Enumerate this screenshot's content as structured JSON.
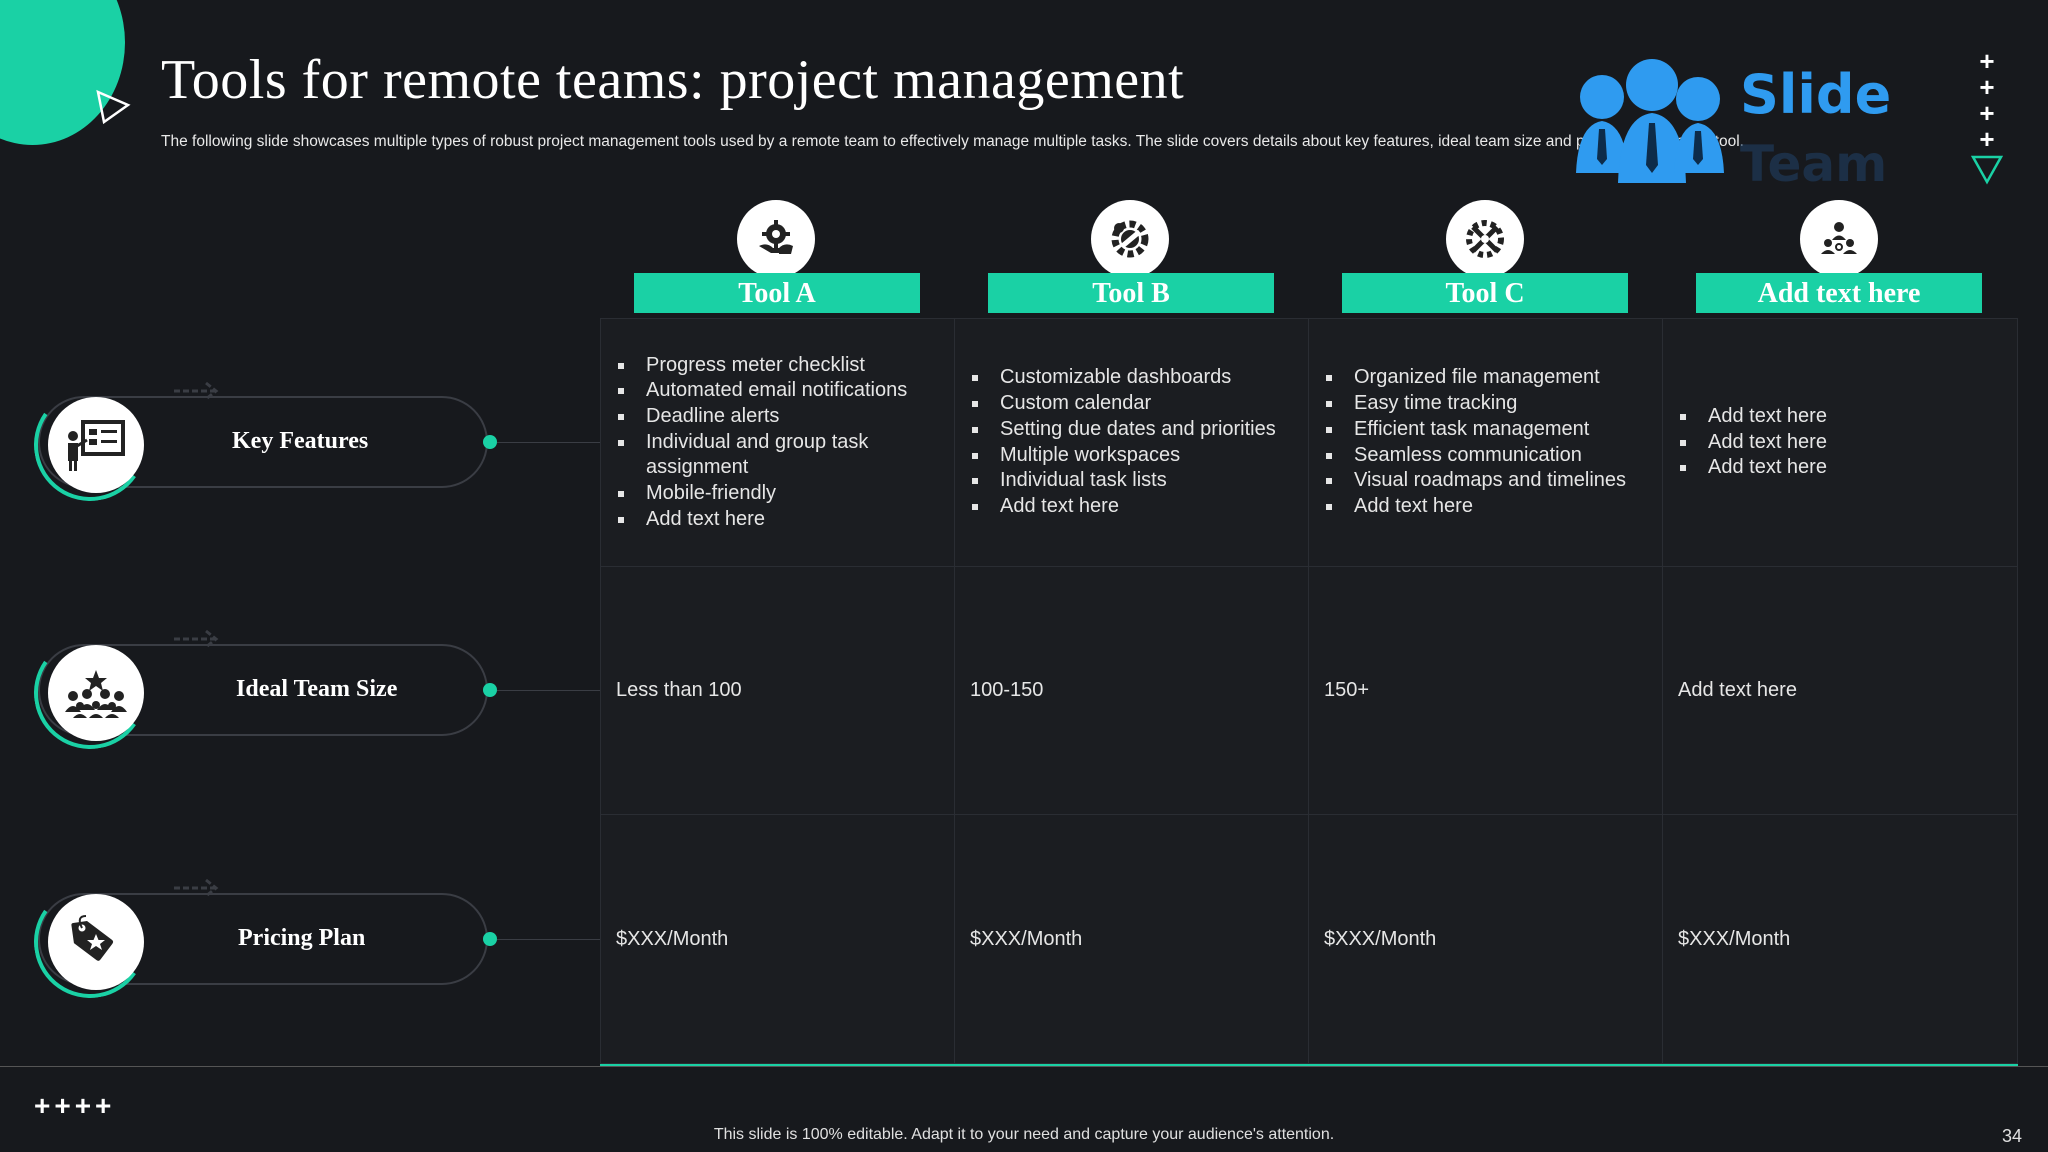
{
  "slide": {
    "title": "Tools for remote teams: project management",
    "subtitle": "The following slide showcases multiple types of robust project management tools used by a remote team to effectively manage multiple tasks. The slide covers details about key features, ideal team size and pricing plan of each tool.",
    "logo": {
      "word1": "Slide",
      "word2": "Team"
    },
    "accent_color": "#1ad1a5",
    "background_color": "#17191d"
  },
  "tools": [
    {
      "name": "Tool A",
      "icon": "gear-hand-icon"
    },
    {
      "name": "Tool B",
      "icon": "gear-wrench-icon"
    },
    {
      "name": "Tool C",
      "icon": "crossed-tools-icon"
    },
    {
      "name": "Add text here",
      "icon": "team-gear-icon"
    }
  ],
  "rows": [
    {
      "label": "Key Features",
      "icon": "presentation-board-icon"
    },
    {
      "label": "Ideal Team Size",
      "icon": "team-star-icon"
    },
    {
      "label": "Pricing  Plan",
      "icon": "price-tag-icon"
    }
  ],
  "key_features": [
    [
      "Progress meter checklist",
      "Automated email notifications",
      "Deadline  alerts",
      "Individual  and group  task assignment",
      "Mobile-friendly",
      "Add text here"
    ],
    [
      "Customizable dashboards",
      "Custom calendar",
      "Setting due dates and priorities",
      "Multiple workspaces",
      "Individual  task lists",
      "Add text here"
    ],
    [
      "Organized file management",
      "Easy time tracking",
      "Efficient task management",
      "Seamless communication",
      "Visual roadmaps  and timelines",
      "Add text here"
    ],
    [
      "Add text here",
      "Add text here",
      "Add text here"
    ]
  ],
  "team_sizes": [
    "Less than 100",
    "100-150",
    "150+",
    "Add text here"
  ],
  "pricing": [
    "$XXX/Month",
    "$XXX/Month",
    "$XXX/Month",
    "$XXX/Month"
  ],
  "footer": {
    "note": "This slide is 100% editable.  Adapt it to your need and capture your audience's attention.",
    "page": "34"
  }
}
